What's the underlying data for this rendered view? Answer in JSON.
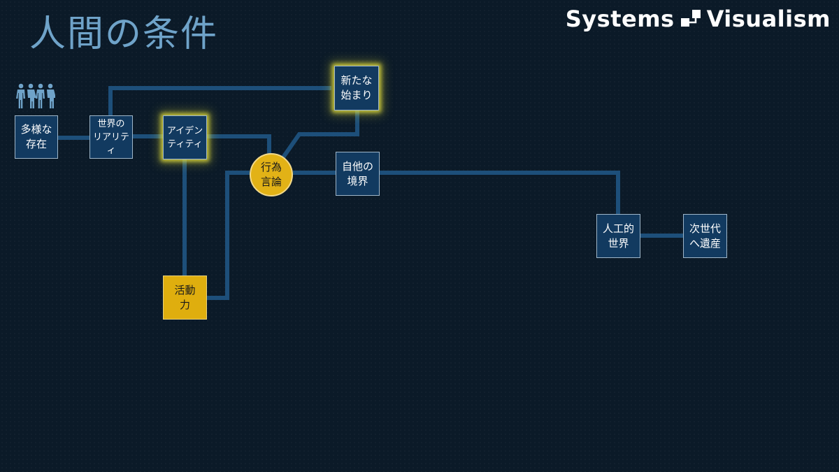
{
  "title": "人間の条件",
  "brand": {
    "left": "Systems",
    "right": "Visualism",
    "logo_icon": "systems-visualism-logo-icon"
  },
  "colors": {
    "background": "#0b1a28",
    "line": "#1d4f7a",
    "node_fill": "#123a60",
    "node_border": "#9fb6c9",
    "highlight_gold": "#dfae0e",
    "glow": "#e0dc3c",
    "title": "#6fa3c9"
  },
  "icons": {
    "people": "people-group-icon"
  },
  "nodes": {
    "plurality": "多様な\n存在",
    "world_reality": "世界の\nリアリティ",
    "identity": "アイデン\nティティ",
    "action_speech": "行為\n言論",
    "new_beginning": "新たな\n始まり",
    "self_other_boundary": "自他の\n境界",
    "energy": "活動\n力",
    "artificial_world": "人工的\n世界",
    "legacy": "次世代\nへ遺産"
  }
}
